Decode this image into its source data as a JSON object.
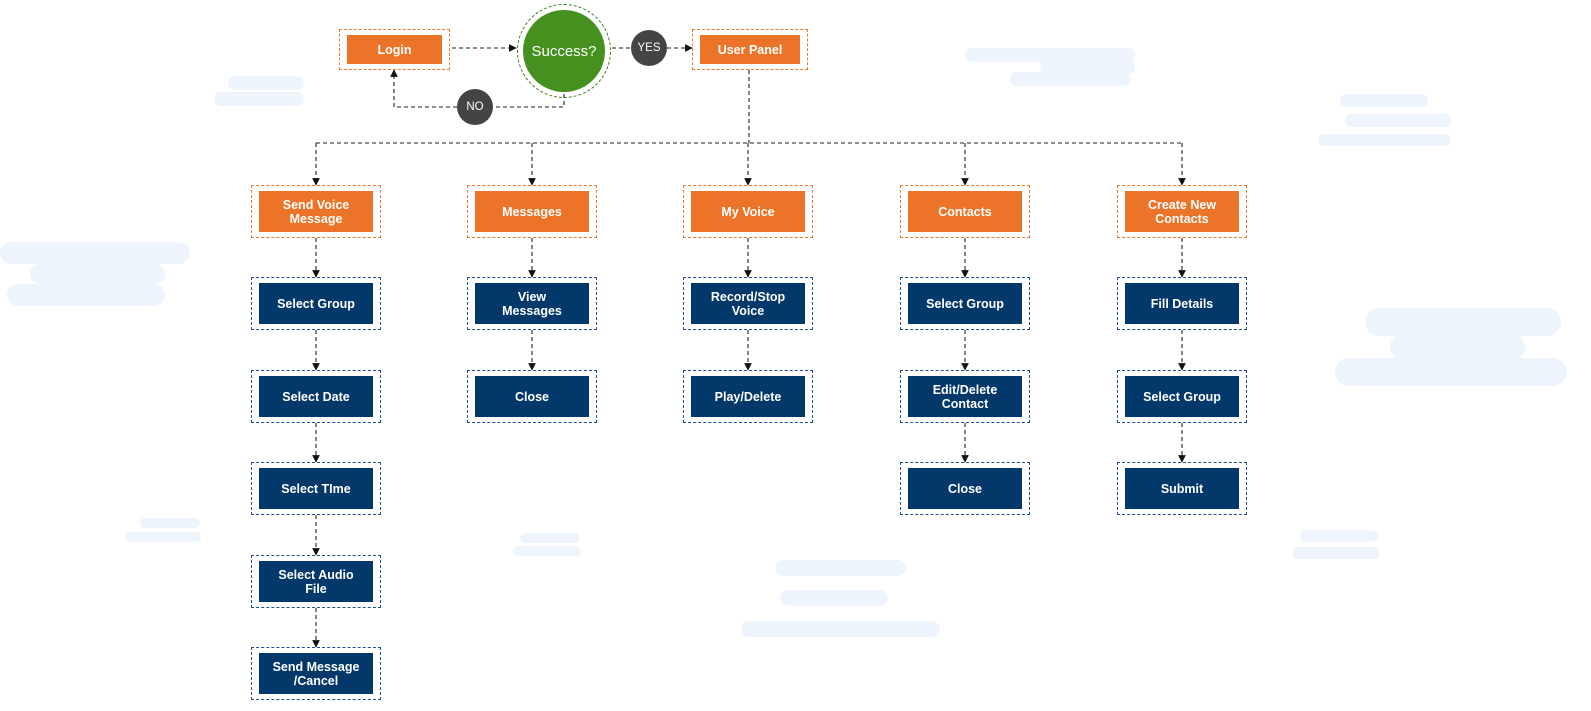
{
  "colors": {
    "orange": "#ec7428",
    "navy": "#03386b",
    "green": "#45901f",
    "badge": "#444444",
    "cloud": "#eef4fb"
  },
  "top": {
    "login": "Login",
    "decision": "Success?",
    "yes": "YES",
    "no": "NO",
    "user_panel": "User Panel"
  },
  "columns": [
    {
      "header": "Send Voice\nMessage",
      "steps": [
        "Select Group",
        "Select Date",
        "Select TIme",
        "Select Audio\nFile",
        "Send Message\n/Cancel"
      ]
    },
    {
      "header": "Messages",
      "steps": [
        "View\nMessages",
        "Close"
      ]
    },
    {
      "header": "My Voice",
      "steps": [
        "Record/Stop\nVoice",
        "Play/Delete"
      ]
    },
    {
      "header": "Contacts",
      "steps": [
        "Select Group",
        "Edit/Delete\nContact",
        "Close"
      ]
    },
    {
      "header": "Create New\nContacts",
      "steps": [
        "Fill Details",
        "Select Group",
        "Submit"
      ]
    }
  ]
}
